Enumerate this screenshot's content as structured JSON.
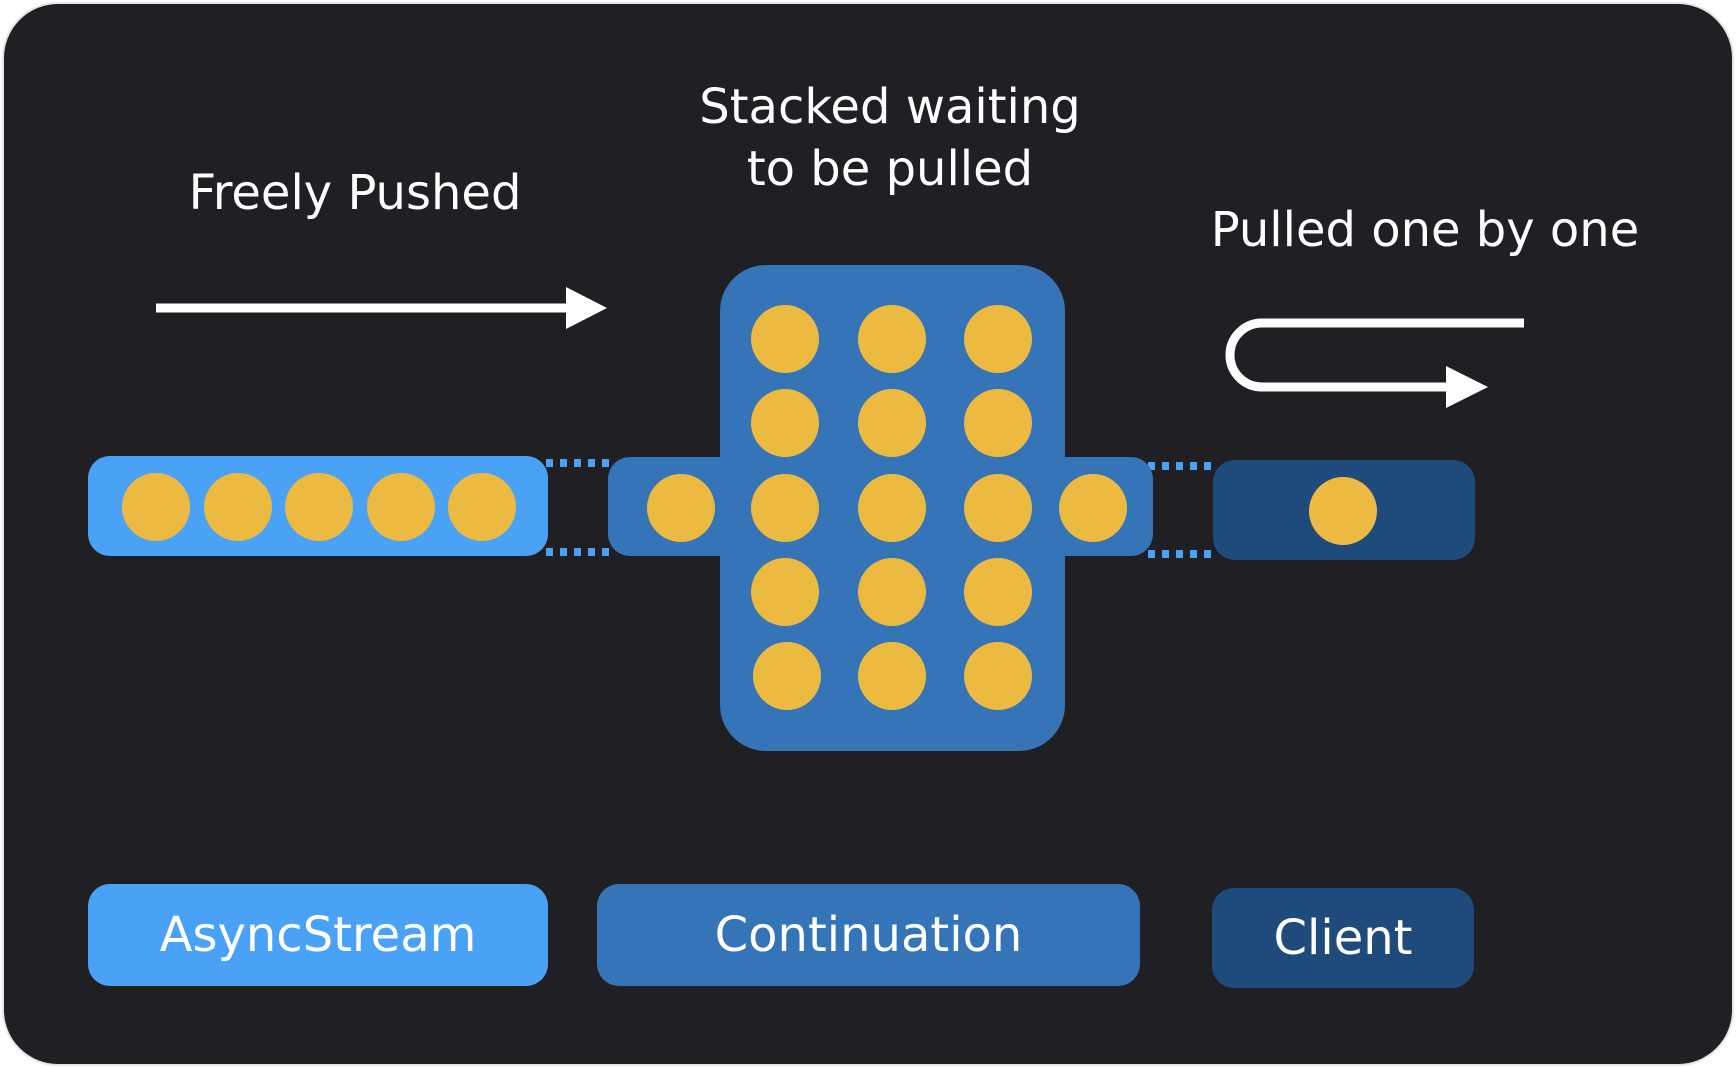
{
  "labels": {
    "freely_pushed": "Freely Pushed",
    "stacked_line1": "Stacked waiting",
    "stacked_line2": "to be pulled",
    "pulled_one_by_one": "Pulled one by one"
  },
  "legend": {
    "async_stream": "AsyncStream",
    "continuation": "Continuation",
    "client": "Client"
  },
  "counts": {
    "async_stream_items": 5,
    "continuation_stacked_items": 15,
    "continuation_side_items": 2,
    "client_items": 1
  },
  "colors": {
    "background": "#202024",
    "async_stream": "#4aa2f7",
    "continuation": "#3474b7",
    "client": "#1f4a7c",
    "item": "#edba41",
    "connector_dots": "#4aa2f7",
    "arrows": "#ffffff"
  },
  "icons": {
    "push_arrow": "arrow-right-icon",
    "pull_arrow": "u-turn-arrow-icon"
  }
}
